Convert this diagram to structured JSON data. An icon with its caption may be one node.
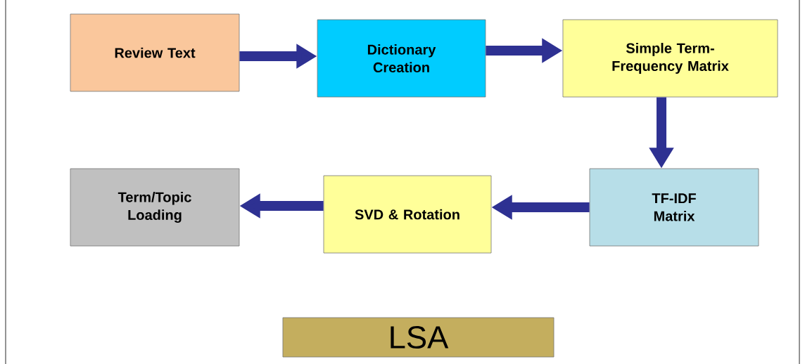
{
  "diagram": {
    "nodes": [
      {
        "text": [
          "Review Text"
        ]
      },
      {
        "text": [
          "Dictionary Creation"
        ]
      },
      {
        "text": [
          "Simple Term-Frequency Matrix"
        ]
      },
      {
        "text": [
          "TF-IDF Matrix"
        ]
      },
      {
        "text": [
          "SVD & Rotation"
        ]
      },
      {
        "text": [
          "Term/Topic Loading"
        ]
      },
      {
        "text": [
          "LSA"
        ]
      }
    ],
    "edges": [
      {
        "from": 0,
        "to": 1,
        "arrow": "to"
      },
      {
        "from": 1,
        "to": 2,
        "arrow": "to"
      },
      {
        "from": 2,
        "to": 3,
        "arrow": "to"
      },
      {
        "from": 3,
        "to": 4,
        "arrow": "to"
      },
      {
        "from": 4,
        "to": 5,
        "arrow": "to"
      }
    ]
  }
}
